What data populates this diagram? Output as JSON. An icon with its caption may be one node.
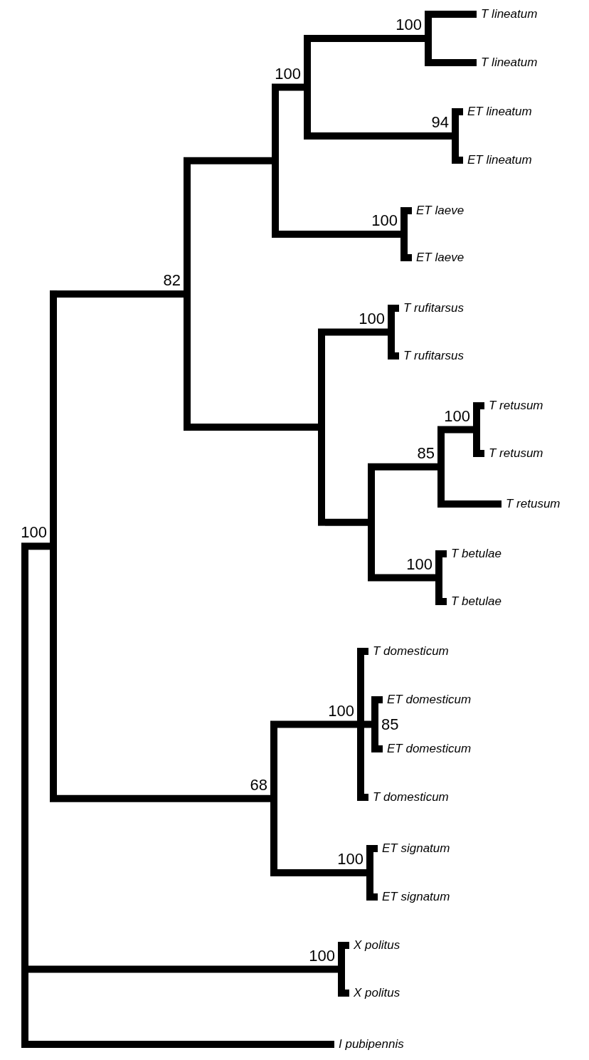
{
  "diagram": {
    "nodes": [
      {
        "text": [],
        "shape": "bar"
      },
      {
        "text": [],
        "shape": "bar",
        "beside": [
          "100"
        ]
      },
      {
        "text": [],
        "shape": "bar",
        "beside": [
          "82"
        ]
      },
      {
        "text": [],
        "shape": "bar"
      },
      {
        "text": [],
        "shape": "bar",
        "beside": [
          "100"
        ]
      },
      {
        "text": [],
        "shape": "bar",
        "beside": [
          "100"
        ]
      },
      {
        "text": [
          "T lineatum"
        ]
      },
      {
        "text": [
          "T lineatum"
        ]
      },
      {
        "text": [],
        "shape": "bar",
        "beside": [
          "94"
        ]
      },
      {
        "text": [
          "ET lineatum"
        ]
      },
      {
        "text": [
          "ET lineatum"
        ]
      },
      {
        "text": [],
        "shape": "bar",
        "beside": [
          "100"
        ]
      },
      {
        "text": [
          "ET laeve"
        ]
      },
      {
        "text": [
          "ET laeve"
        ]
      },
      {
        "text": [],
        "shape": "bar"
      },
      {
        "text": [],
        "shape": "bar",
        "beside": [
          "100"
        ]
      },
      {
        "text": [
          "T rufitarsus"
        ]
      },
      {
        "text": [
          "T rufitarsus"
        ]
      },
      {
        "text": [],
        "shape": "bar"
      },
      {
        "text": [],
        "shape": "bar",
        "beside": [
          "85"
        ]
      },
      {
        "text": [],
        "shape": "bar",
        "beside": [
          "100"
        ]
      },
      {
        "text": [
          "T retusum"
        ]
      },
      {
        "text": [
          "T retusum"
        ]
      },
      {
        "text": [
          "T retusum"
        ]
      },
      {
        "text": [],
        "shape": "bar",
        "beside": [
          "100"
        ]
      },
      {
        "text": [
          "T betulae"
        ]
      },
      {
        "text": [
          "T betulae"
        ]
      },
      {
        "text": [],
        "shape": "bar",
        "beside": [
          "68"
        ]
      },
      {
        "text": [],
        "shape": "bar",
        "beside": [
          "100"
        ]
      },
      {
        "text": [
          "T domesticum"
        ]
      },
      {
        "text": [],
        "shape": "bar",
        "beside": [
          "85"
        ]
      },
      {
        "text": [
          "ET domesticum"
        ]
      },
      {
        "text": [
          "ET domesticum"
        ]
      },
      {
        "text": [
          "T domesticum"
        ]
      },
      {
        "text": [],
        "shape": "bar",
        "beside": [
          "100"
        ]
      },
      {
        "text": [
          "ET signatum"
        ]
      },
      {
        "text": [
          "ET signatum"
        ]
      },
      {
        "text": [],
        "shape": "bar",
        "beside": [
          "100"
        ]
      },
      {
        "text": [
          "X politus"
        ]
      },
      {
        "text": [
          "X politus"
        ]
      },
      {
        "text": [
          "I pubipennis"
        ]
      }
    ],
    "edges": [
      {
        "from": 0,
        "to": 1,
        "arrow": "none"
      },
      {
        "from": 1,
        "to": 2,
        "arrow": "none"
      },
      {
        "from": 2,
        "to": 3,
        "arrow": "none"
      },
      {
        "from": 3,
        "to": 4,
        "arrow": "none"
      },
      {
        "from": 4,
        "to": 5,
        "arrow": "none"
      },
      {
        "from": 5,
        "to": 6,
        "arrow": "none"
      },
      {
        "from": 5,
        "to": 7,
        "arrow": "none"
      },
      {
        "from": 4,
        "to": 8,
        "arrow": "none"
      },
      {
        "from": 8,
        "to": 9,
        "arrow": "none"
      },
      {
        "from": 8,
        "to": 10,
        "arrow": "none"
      },
      {
        "from": 3,
        "to": 11,
        "arrow": "none"
      },
      {
        "from": 11,
        "to": 12,
        "arrow": "none"
      },
      {
        "from": 11,
        "to": 13,
        "arrow": "none"
      },
      {
        "from": 2,
        "to": 14,
        "arrow": "none"
      },
      {
        "from": 14,
        "to": 15,
        "arrow": "none"
      },
      {
        "from": 15,
        "to": 16,
        "arrow": "none"
      },
      {
        "from": 15,
        "to": 17,
        "arrow": "none"
      },
      {
        "from": 14,
        "to": 18,
        "arrow": "none"
      },
      {
        "from": 18,
        "to": 19,
        "arrow": "none"
      },
      {
        "from": 19,
        "to": 20,
        "arrow": "none"
      },
      {
        "from": 20,
        "to": 21,
        "arrow": "none"
      },
      {
        "from": 20,
        "to": 22,
        "arrow": "none"
      },
      {
        "from": 19,
        "to": 23,
        "arrow": "none"
      },
      {
        "from": 18,
        "to": 24,
        "arrow": "none"
      },
      {
        "from": 24,
        "to": 25,
        "arrow": "none"
      },
      {
        "from": 24,
        "to": 26,
        "arrow": "none"
      },
      {
        "from": 1,
        "to": 27,
        "arrow": "none"
      },
      {
        "from": 27,
        "to": 28,
        "arrow": "none"
      },
      {
        "from": 28,
        "to": 29,
        "arrow": "none"
      },
      {
        "from": 28,
        "to": 30,
        "arrow": "none"
      },
      {
        "from": 30,
        "to": 31,
        "arrow": "none"
      },
      {
        "from": 30,
        "to": 32,
        "arrow": "none"
      },
      {
        "from": 28,
        "to": 33,
        "arrow": "none"
      },
      {
        "from": 27,
        "to": 34,
        "arrow": "none"
      },
      {
        "from": 34,
        "to": 35,
        "arrow": "none"
      },
      {
        "from": 34,
        "to": 36,
        "arrow": "none"
      },
      {
        "from": 0,
        "to": 37,
        "arrow": "none"
      },
      {
        "from": 37,
        "to": 38,
        "arrow": "none"
      },
      {
        "from": 37,
        "to": 39,
        "arrow": "none"
      },
      {
        "from": 0,
        "to": 40,
        "arrow": "none"
      }
    ]
  }
}
